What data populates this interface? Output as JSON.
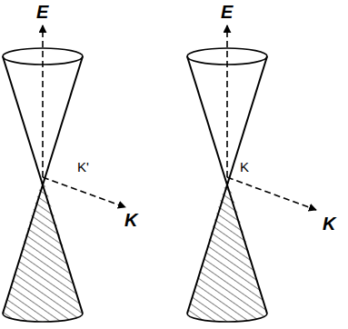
{
  "diagram": {
    "labels": [
      "E",
      "K'",
      "K",
      "E",
      "K",
      "K"
    ]
  }
}
